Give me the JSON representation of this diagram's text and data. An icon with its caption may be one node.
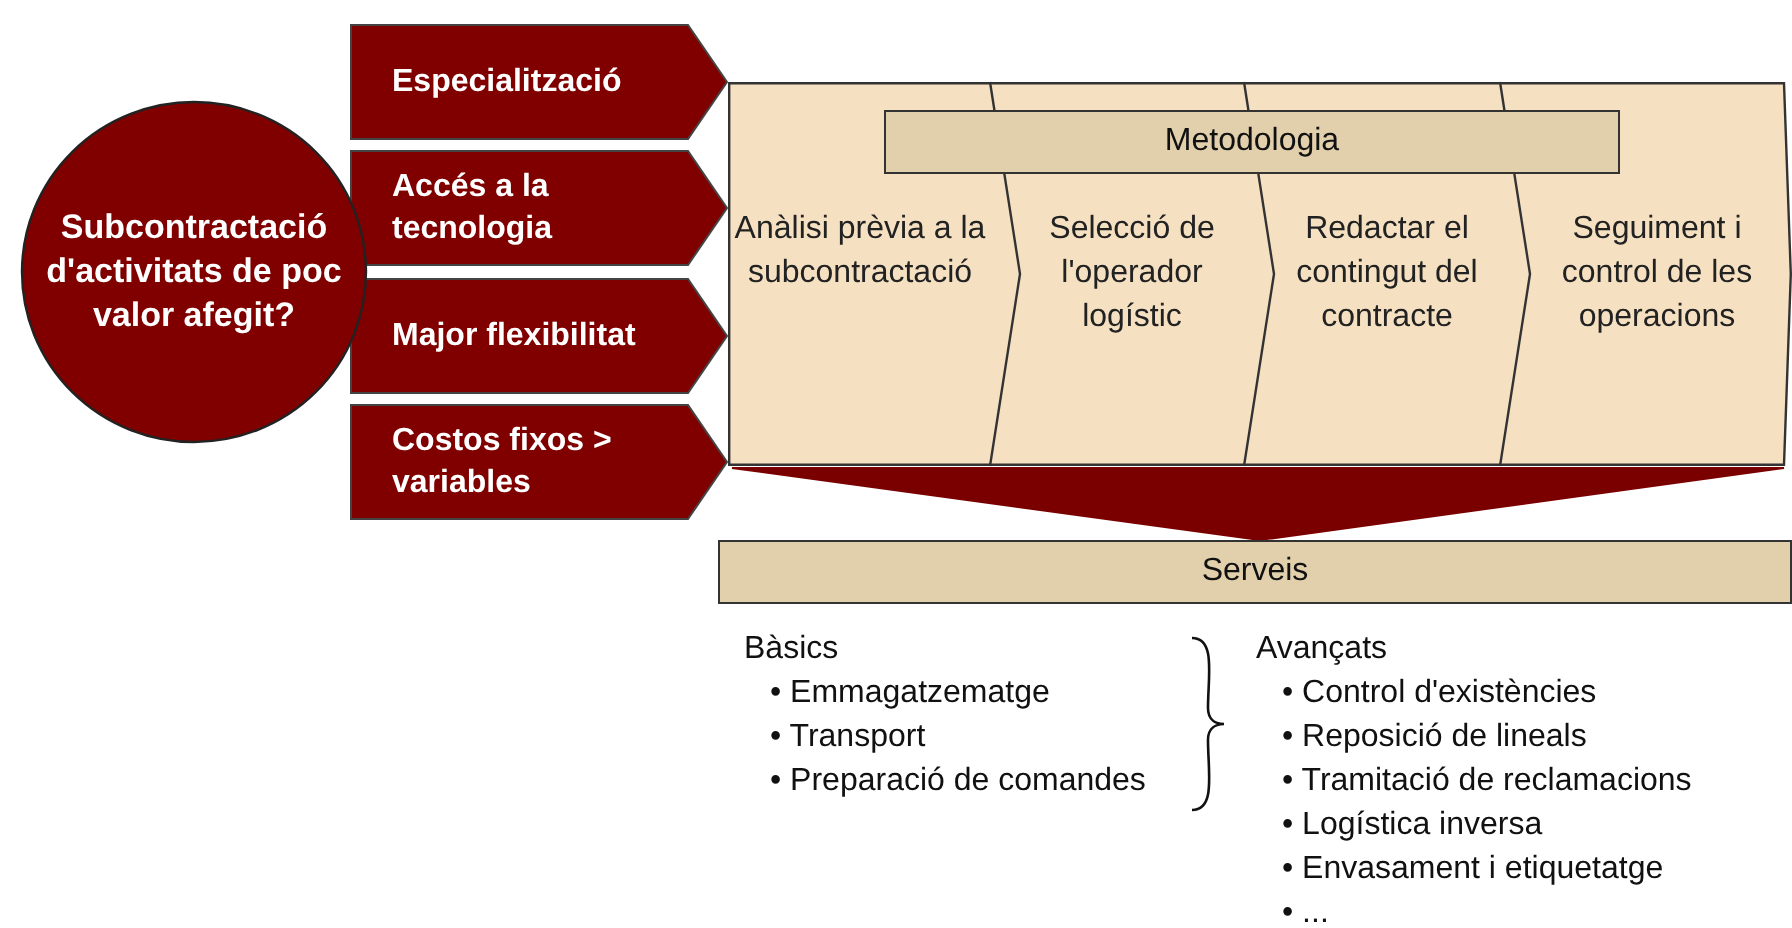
{
  "diagram": {
    "nodes": [
      {
        "text": [
          "Subcontractació d'activitats de poc valor afegit?"
        ]
      },
      {
        "text": [
          "Especialització"
        ]
      },
      {
        "text": [
          "Accés a la tecnologia"
        ]
      },
      {
        "text": [
          "Major flexibilitat"
        ]
      },
      {
        "text": [
          "Costos fixos > variables"
        ]
      },
      {
        "text": [],
        "shape": "box"
      },
      {
        "text": [
          "Metodologia"
        ],
        "in": 5
      },
      {
        "text": [
          "Anàlisi prèvia a la subcontractació"
        ],
        "in": 5
      },
      {
        "text": [
          "Selecció de l'operador logístic"
        ],
        "in": 5
      },
      {
        "text": [
          "Redactar el contingut del contracte"
        ],
        "in": 5
      },
      {
        "text": [
          "Seguiment i control de les operacions"
        ],
        "in": 5
      },
      {
        "text": [
          "Serveis"
        ]
      }
    ],
    "edges": [
      {
        "from": 5,
        "to": 11,
        "arrow": "to",
        "color": "#7a0000"
      }
    ],
    "labels": [
      "Bàsics",
      "• Emmagatzematge",
      "• Transport",
      "• Preparació de comandes",
      "Avançats",
      "• Control d'existències",
      "• Reposició de lineals",
      "• Tramitació de reclamacions",
      "• Logística inversa",
      "• Envasament i etiquetatge",
      "• ..."
    ]
  }
}
